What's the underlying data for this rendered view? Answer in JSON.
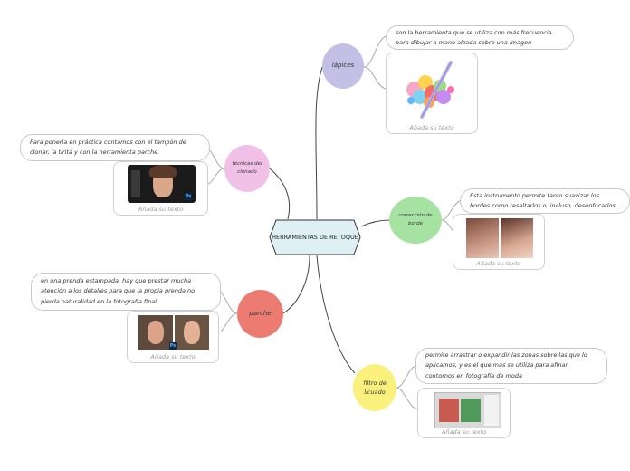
{
  "central": {
    "label": "HERRAMIENTAS DE RETOQUE"
  },
  "branches": {
    "lapices": {
      "label": "lápices",
      "color": "#c3bfe5",
      "note": "son la herramienta que se utiliza con más frecuencia para dibujar a mano alzada sobre una imagen",
      "image_caption": "Añada su texto"
    },
    "tecnicas": {
      "label": "técnicas del clonado",
      "color": "#f1c0e6",
      "note": "Para ponerla en práctica contamos con el tampón de clonar, la tirita y con la herramienta parche.",
      "image_caption": "Añada su texto"
    },
    "correccion": {
      "label": "corrección de borde",
      "color": "#a6e3a2",
      "note": "Esta instrumento permite tanto suavizar los bordes como resaltarlos o, incluso, desenfocarlos.",
      "image_caption": "Añada su texto"
    },
    "parche": {
      "label": "parche",
      "color": "#ec7b72",
      "note": "en una prenda estampada, hay que prestar mucha atención a los detalles para que la propia prenda no pierda naturalidad en la fotografía final.",
      "image_caption": "Añada su texto"
    },
    "filtro": {
      "label": "filtro de licuado",
      "color": "#faf07d",
      "note": "permite arrastrar o expandir las zonas sobre las que lo aplicamos, y es el que más se utiliza para afinar contornos en fotografía de moda",
      "image_caption": "Añada su texto"
    }
  },
  "icons": {
    "photoshop_badge": "Ps"
  }
}
